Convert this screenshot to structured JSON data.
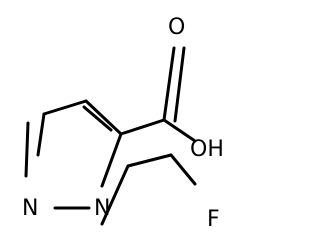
{
  "molecule": {
    "atoms": {
      "n_ring": "N",
      "n_sub": "N",
      "oxygen_carbonyl": "O",
      "hydroxyl": "OH",
      "fluorine": "F"
    },
    "colors": {
      "bond": "#000000",
      "label": "#000000",
      "background": "#ffffff"
    }
  }
}
